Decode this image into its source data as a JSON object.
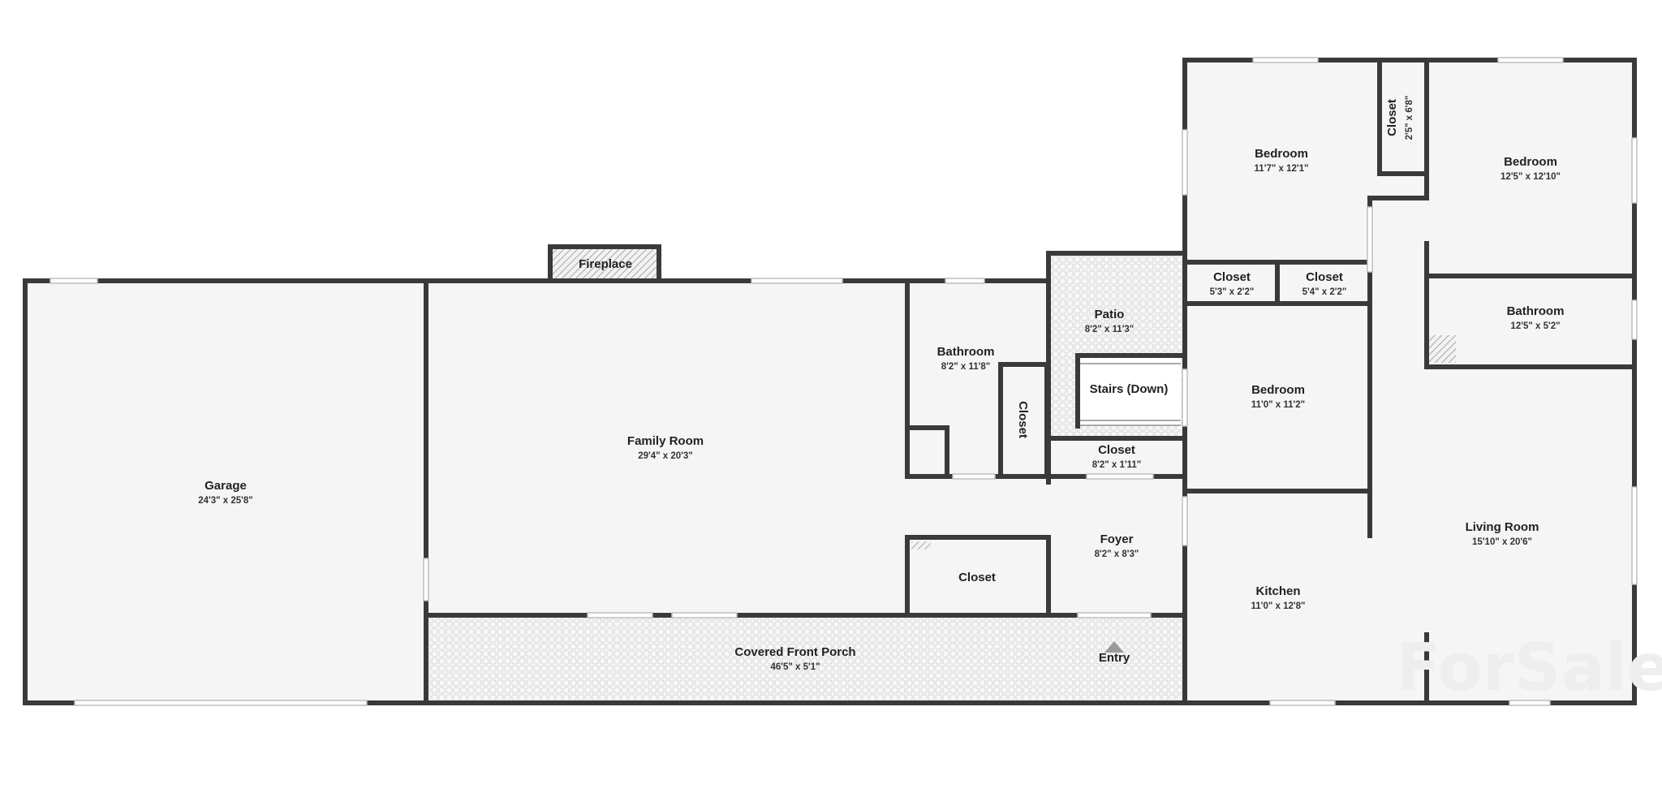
{
  "rooms": {
    "garage": {
      "name": "Garage",
      "dim": "24'3\" x 25'8\""
    },
    "family_room": {
      "name": "Family Room",
      "dim": "29'4\" x 20'3\""
    },
    "fireplace": {
      "name": "Fireplace"
    },
    "bathroom_mid": {
      "name": "Bathroom",
      "dim": "8'2\" x 11'8\""
    },
    "closet_vertical_mid": {
      "name": "Closet"
    },
    "patio": {
      "name": "Patio",
      "dim": "8'2\" x 11'3\""
    },
    "stairs": {
      "name": "Stairs (Down)"
    },
    "closet_under_stairs": {
      "name": "Closet",
      "dim": "8'2\" x 1'11\""
    },
    "foyer": {
      "name": "Foyer",
      "dim": "8'2\" x 8'3\""
    },
    "closet_foyer": {
      "name": "Closet"
    },
    "porch": {
      "name": "Covered Front Porch",
      "dim": "46'5\" x 5'1\""
    },
    "entry": {
      "name": "Entry"
    },
    "bedroom_1": {
      "name": "Bedroom",
      "dim": "11'7\" x 12'1\""
    },
    "closet_top": {
      "name": "Closet",
      "dim": "2'5\" x 6'8\""
    },
    "bedroom_2": {
      "name": "Bedroom",
      "dim": "12'5\" x 12'10\""
    },
    "closet_a": {
      "name": "Closet",
      "dim": "5'3\" x 2'2\""
    },
    "closet_b": {
      "name": "Closet",
      "dim": "5'4\" x 2'2\""
    },
    "bathroom_right": {
      "name": "Bathroom",
      "dim": "12'5\" x 5'2\""
    },
    "bedroom_3": {
      "name": "Bedroom",
      "dim": "11'0\" x 11'2\""
    },
    "living_room": {
      "name": "Living Room",
      "dim": "15'10\" x 20'6\""
    },
    "kitchen": {
      "name": "Kitchen",
      "dim": "11'0\" x 12'8\""
    }
  },
  "watermark": "ForSale"
}
